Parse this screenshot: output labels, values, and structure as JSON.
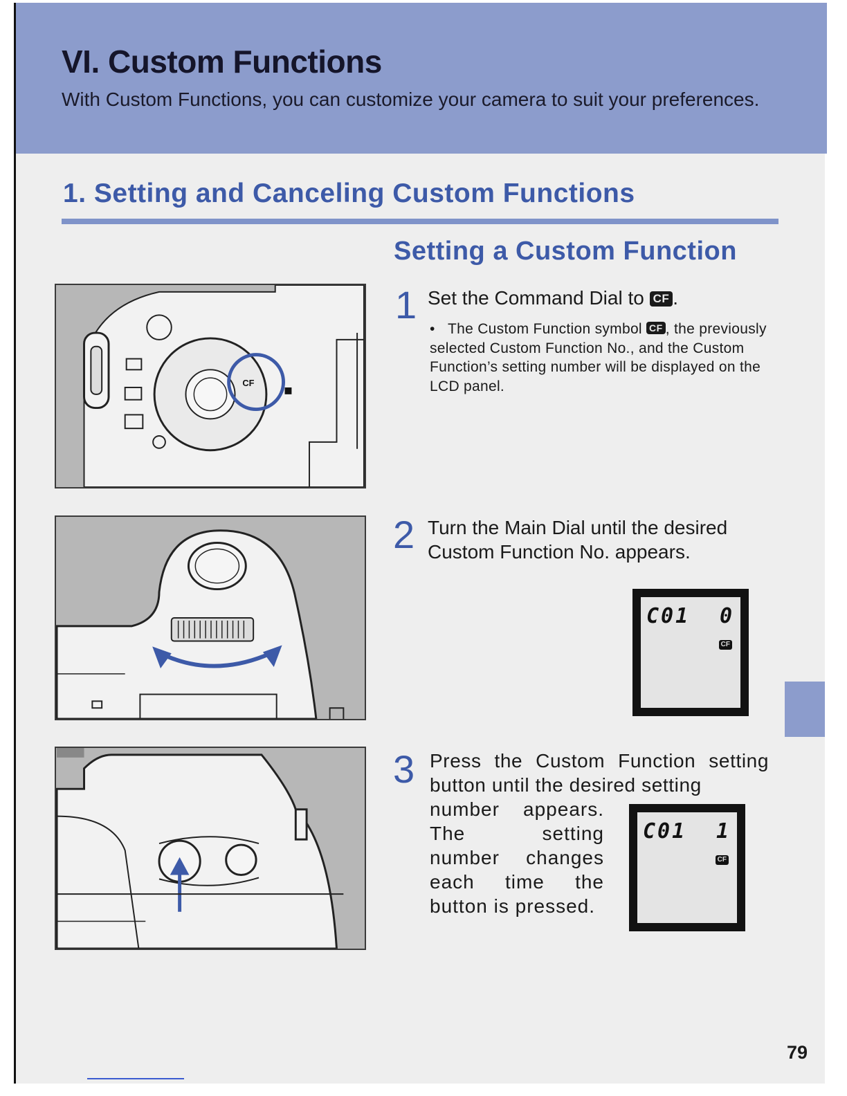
{
  "chapter": {
    "title": "VI. Custom Functions",
    "intro": "With Custom Functions, you can customize your camera to suit your preferences."
  },
  "section": {
    "title": "1. Setting and Canceling Custom Functions",
    "subtitle": "Setting a Custom Function"
  },
  "steps": [
    {
      "number": "1",
      "text": "Set the Command Dial to",
      "text_end": ".",
      "bullet": {
        "line_a": "The Custom Function symbol",
        "line_b": ", the previously selected Custom Function No., and the Custom Function’s setting number will be displayed on the LCD panel."
      }
    },
    {
      "number": "2",
      "text": "Turn the Main Dial until the desired Custom Function No. appears."
    },
    {
      "number": "3",
      "text_a": "Press the Custom Function setting button until the desired setting",
      "text_b": "number appears. The setting number changes each time the button is pressed."
    }
  ],
  "cf_symbol": "CF",
  "lcd_panels": [
    {
      "code": "C01",
      "value": "0",
      "symbol": "CF"
    },
    {
      "code": "C01",
      "value": "1",
      "symbol": "CF"
    }
  ],
  "dial_label": "CF",
  "page_number": "79",
  "colors": {
    "header_band": "#8c9ccc",
    "accent_blue": "#3d5aa8",
    "rule": "#7f93c9",
    "illustration_bg": "#b7b7b7"
  }
}
